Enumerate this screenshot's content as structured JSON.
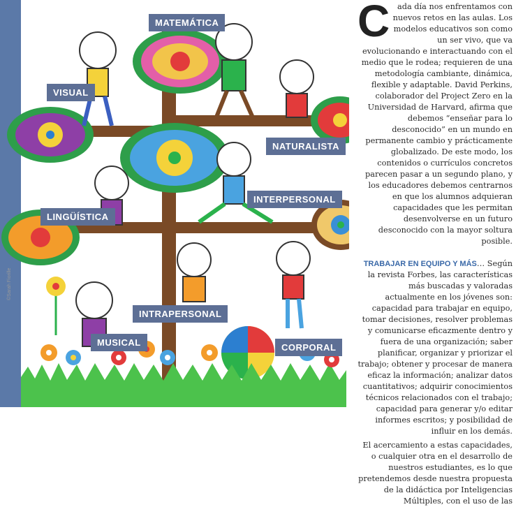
{
  "labels": {
    "matematica": "MATEMÁTICA",
    "visual": "VISUAL",
    "naturalista": "NATURALISTA",
    "interpersonal": "INTERPERSONAL",
    "linguistica": "LINGÜÍSTICA",
    "intrapersonal": "INTRAPERSONAL",
    "musical": "MUSICAL",
    "corporal": "CORPORAL"
  },
  "credit": "©Sarah Fiorille",
  "article": {
    "dropcap": "C",
    "para1": "ada día nos enfrentamos con nuevos retos en las aulas. Los modelos educativos son como un ser vivo, que va evolucionando e interactuando con el medio que le rodea; requieren de una metodología cambiante, dinámica, flexible y adaptable. David Perkins, colaborador del Project Zero en la Universidad de Harvard, afirma que debemos “enseñar para lo desconocido” en un mundo en permanente cambio y prácticamente globalizado. De este modo, los contenidos o currículos concretos parecen pasar a un segundo plano, y los educadores debemos centrarnos en que los alumnos adquieran capacidades que les permitan desenvolverse en un futuro desconocido con la mayor soltura posible.",
    "heading": "TRABAJAR EN EQUIPO Y MÁS",
    "heading_ellipsis": "…",
    "para2": "Según la revista Forbes, las características más buscadas y valoradas actualmente en los jóvenes son: capacidad para trabajar en equipo, tomar decisiones, resolver problemas y comunicarse eficazmente dentro y fuera de una organización; saber planificar, organizar y priorizar el trabajo; obtener y procesar de manera eficaz la información; analizar datos cuantitativos; adquirir conocimientos técnicos relacionados con el trabajo; capacidad para generar y/o editar informes escritos; y posibilidad de influir en los demás.",
    "para3": "El acercamiento a estas capacidades, o cualquier otra en el desarrollo de nuestros estudiantes, es lo que pretendemos desde nuestra propuesta de la didáctica por Inteligencias Múltiples, con el uso de las"
  }
}
